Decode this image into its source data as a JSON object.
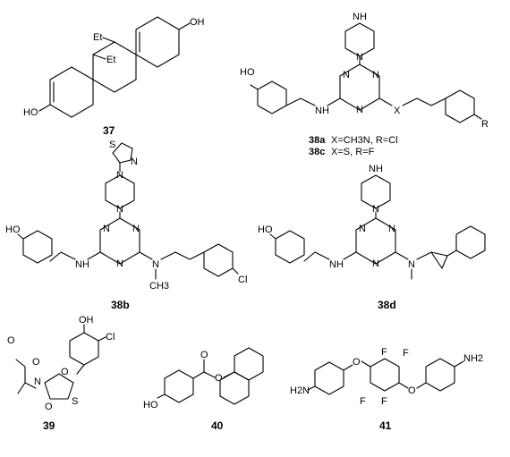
{
  "compounds": [
    {
      "id": "37"
    },
    {
      "id": "38b"
    },
    {
      "id": "38d"
    },
    {
      "id": "39"
    },
    {
      "id": "40"
    },
    {
      "id": "41"
    }
  ],
  "notes_38": {
    "a_id": "38a",
    "a_text": "X=CH3N,  R=Cl",
    "c_id": "38c",
    "c_text": "X=S,      R=F"
  },
  "atoms": {
    "et": "Et",
    "oh": "OH",
    "ho": "HO",
    "n": "N",
    "nh": "NH",
    "h": "H",
    "s": "S",
    "cl": "Cl",
    "x": "X",
    "r": "R",
    "o": "O",
    "f": "F",
    "ch3": "CH3",
    "h2n": "H2N",
    "nh2": "NH2"
  }
}
